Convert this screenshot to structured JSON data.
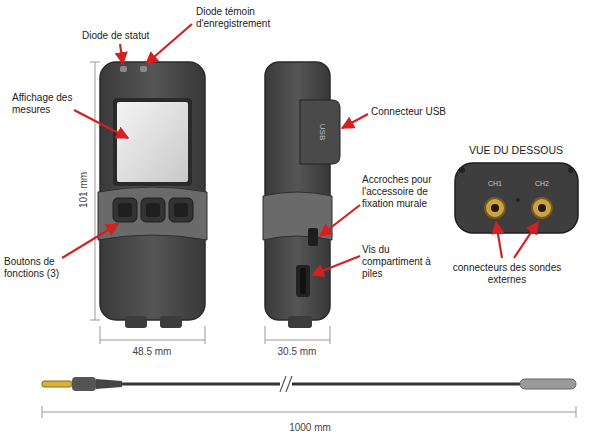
{
  "diagram": {
    "labels": [
      "Diode de statut",
      "Diode témoin d'enregistrement",
      "Affichage des mesures",
      "101 mm",
      "Boutons de fonctions (3)",
      "48.5 mm",
      "USB",
      "Connecteur USB",
      "Accroches pour l'accessoire de fixation murale",
      "Vis du compartiment à piles",
      "30.5 mm",
      "VUE DU DESSOUS",
      "CH1",
      "CH2",
      "connecteurs des sondes externes",
      "1000 mm"
    ]
  }
}
